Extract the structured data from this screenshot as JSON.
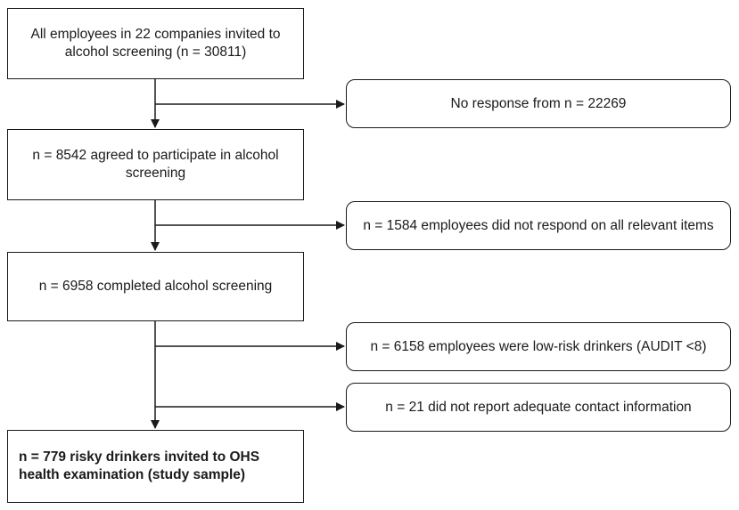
{
  "steps": {
    "invited": "All employees in 22 companies invited to alcohol screening (n = 30811)",
    "agreed": "n = 8542 agreed to participate in alcohol screening",
    "completed": "n = 6958 completed alcohol screening",
    "sample": "n = 779 risky drinkers invited to OHS health examination (study sample)"
  },
  "exclusions": {
    "no_response": "No response from n = 22269",
    "incomplete_items": "n = 1584 employees did not respond on all relevant items",
    "low_risk": "n = 6158 employees were low-risk drinkers (AUDIT <8)",
    "no_contact": "n = 21 did not report adequate contact information"
  },
  "colors": {
    "stroke": "#1a1a1a",
    "background": "#ffffff"
  }
}
